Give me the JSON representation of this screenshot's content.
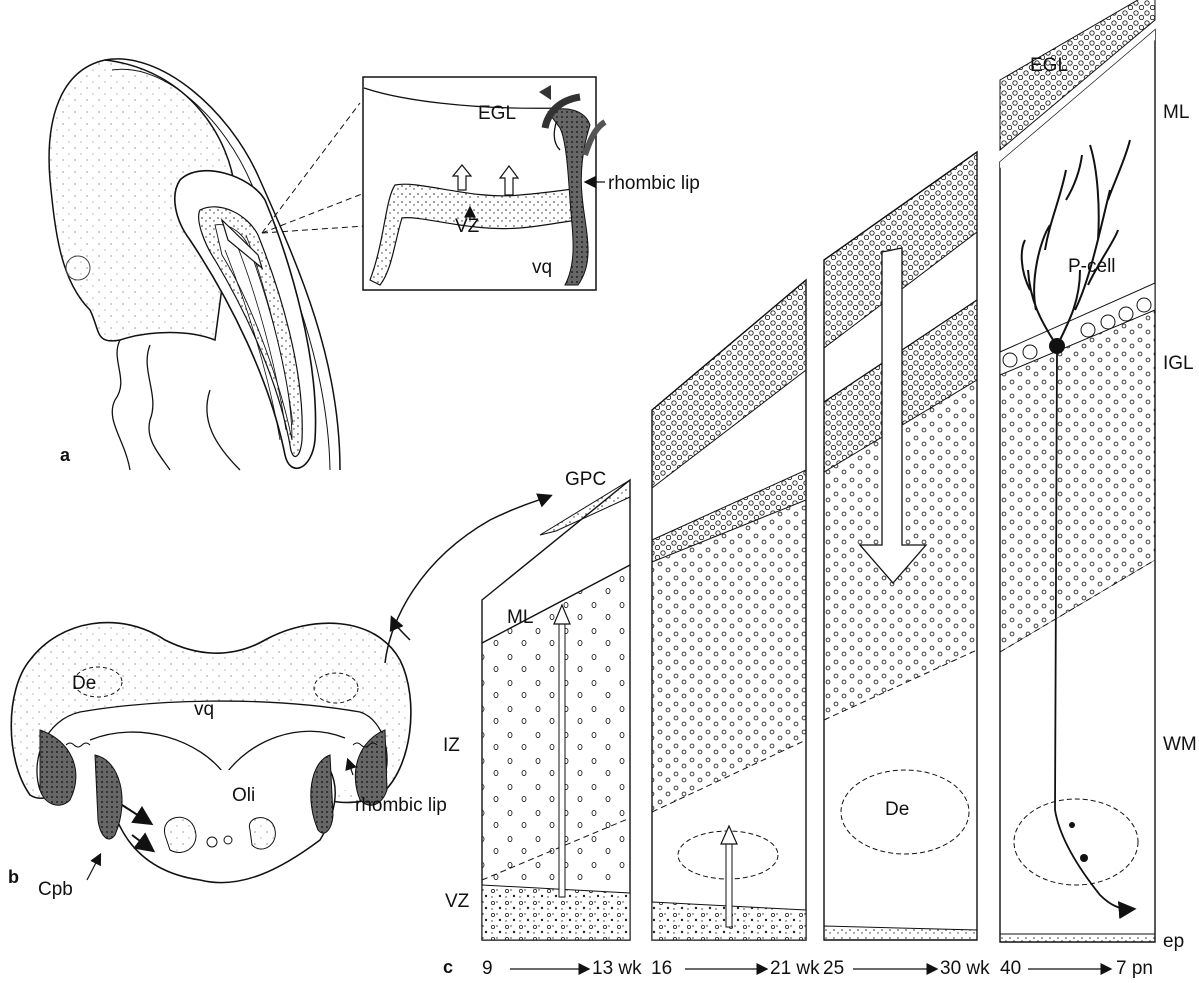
{
  "panels": {
    "a": "a",
    "b": "b",
    "c": "c"
  },
  "inset": {
    "egl": "EGL",
    "rhombic_lip": "rhombic lip",
    "vz": "VZ",
    "vq": "vq"
  },
  "section_b": {
    "de": "De",
    "vq": "vq",
    "oli": "Oli",
    "cpb": "Cpb",
    "rhombic_lip": "rhombic lip"
  },
  "columns": {
    "gpc": "GPC",
    "ml_left": "ML",
    "iz": "IZ",
    "vz": "VZ",
    "de": "De",
    "egl": "EGL",
    "ml_right": "ML",
    "p_cell": "P-cell",
    "igl": "IGL",
    "wm": "WM",
    "ep": "ep"
  },
  "timeline": {
    "t1_start": "9",
    "t1_end": "13 wk",
    "t2_start": "16",
    "t2_end": "21 wk",
    "t3_start": "25",
    "t3_end": "30 wk",
    "t4_start": "40",
    "t4_end": "7 pn"
  }
}
